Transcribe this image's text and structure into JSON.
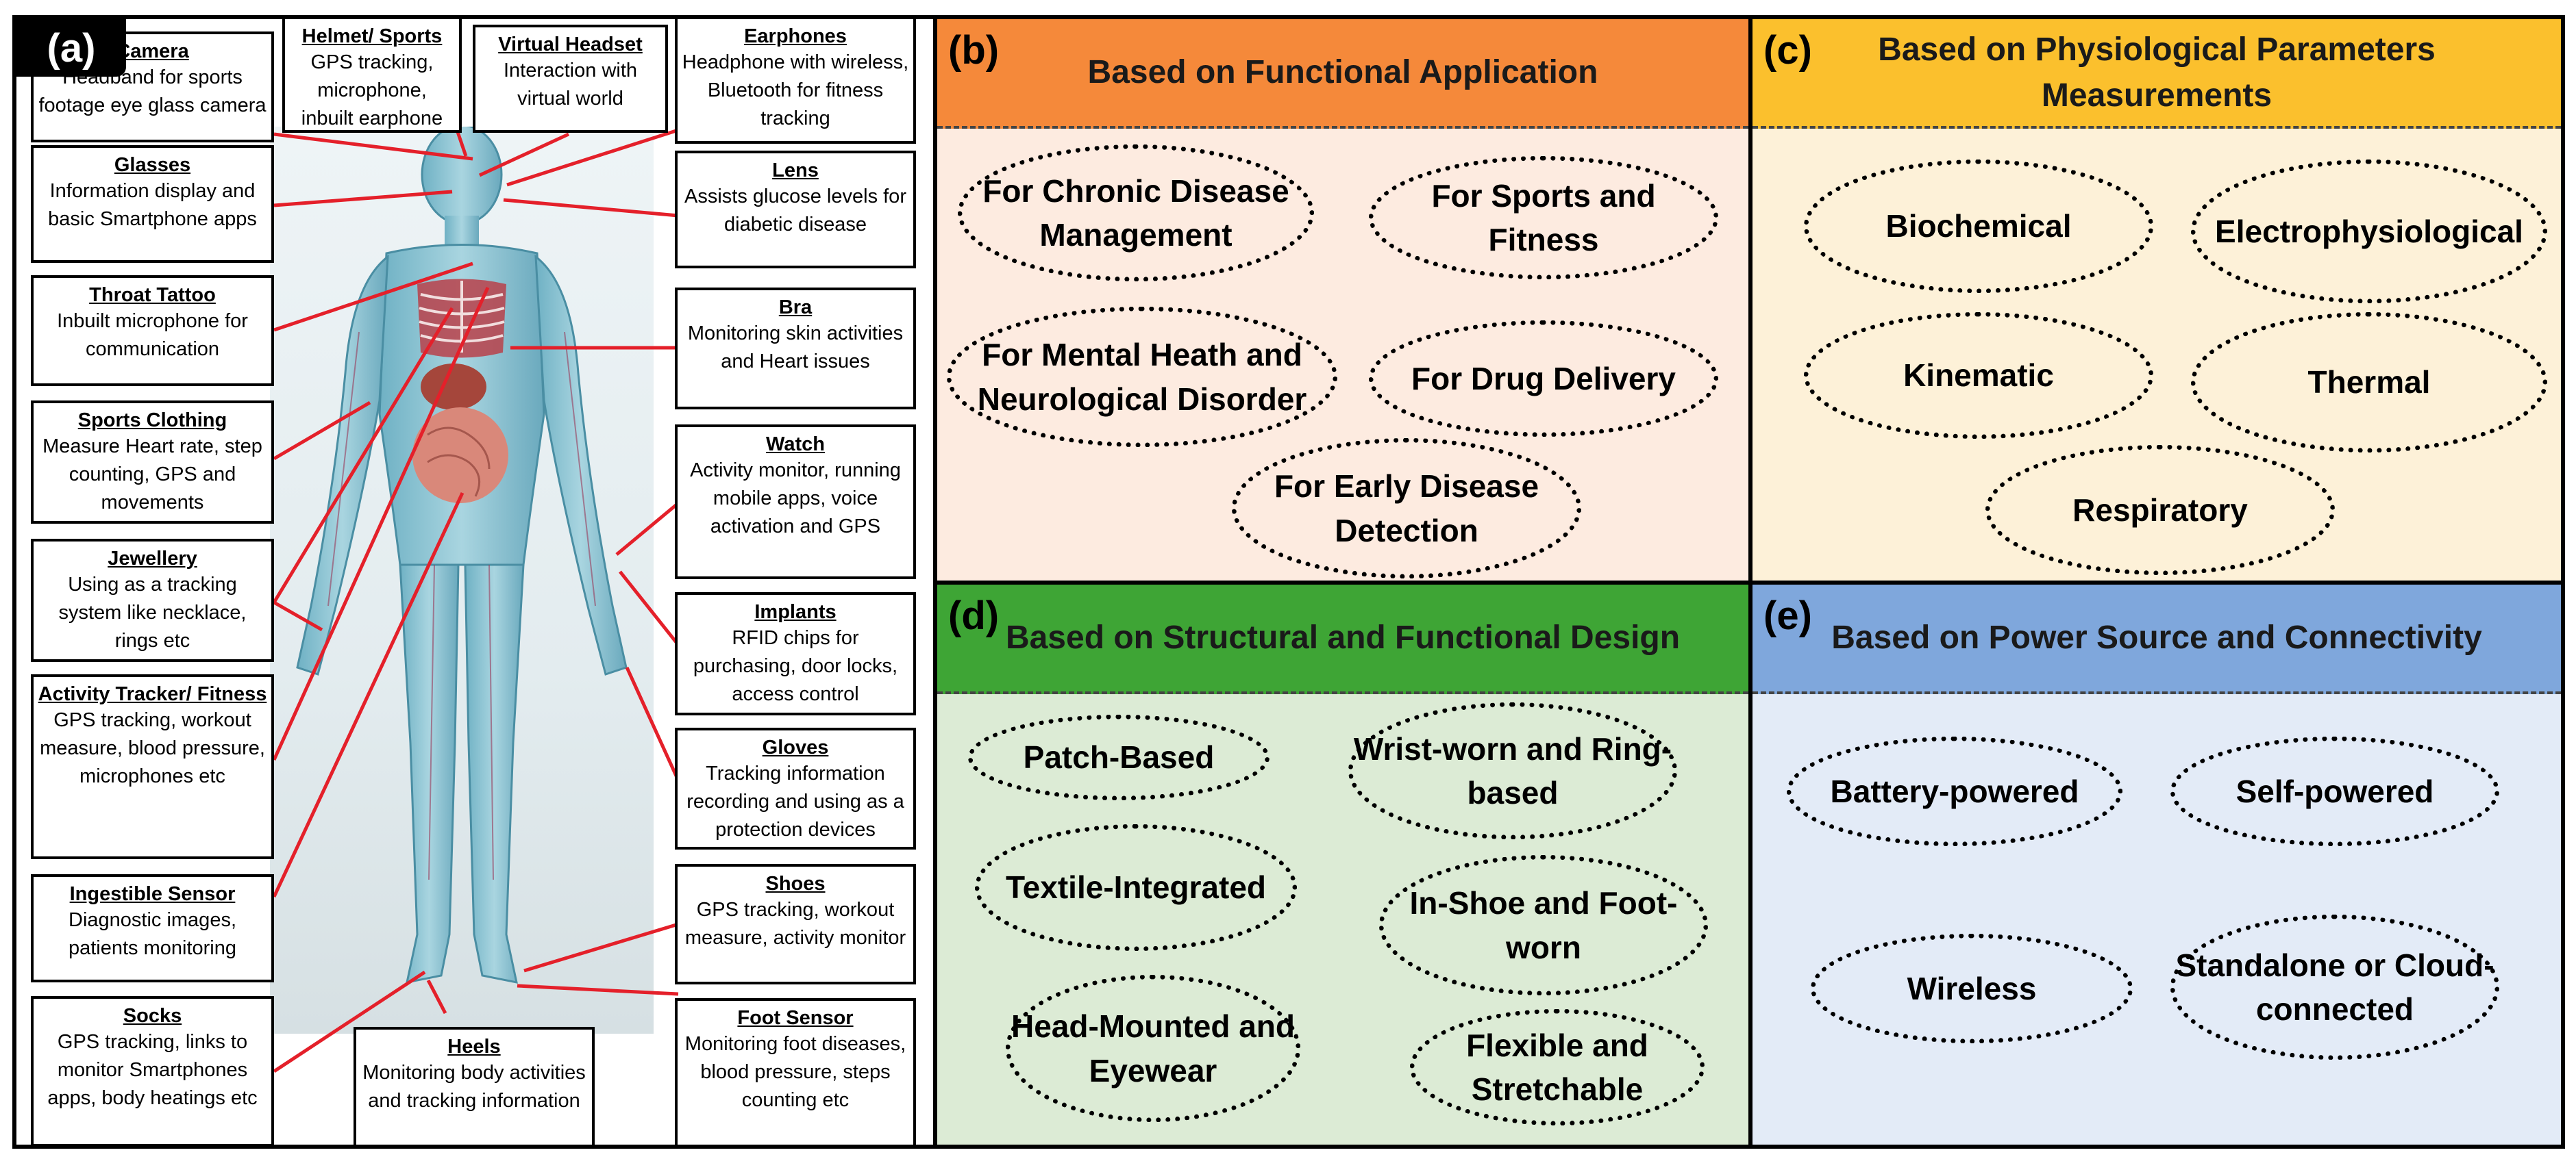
{
  "panel_a": {
    "tag": "(a)",
    "boxes": [
      {
        "title": "Camera",
        "desc": "Headband for sports footage eye glass camera"
      },
      {
        "title": "Helmet/ Sports",
        "desc": "GPS tracking, microphone, inbuilt earphone"
      },
      {
        "title": "Virtual Headset",
        "desc": "Interaction with virtual world"
      },
      {
        "title": "Earphones",
        "desc": "Headphone with wireless, Bluetooth for fitness tracking"
      },
      {
        "title": "Glasses",
        "desc": "Information display and basic Smartphone apps"
      },
      {
        "title": "Lens",
        "desc": "Assists glucose levels for diabetic disease"
      },
      {
        "title": "Throat Tattoo",
        "desc": "Inbuilt microphone for communication"
      },
      {
        "title": "Bra",
        "desc": "Monitoring skin activities and Heart issues"
      },
      {
        "title": "Sports Clothing",
        "desc": "Measure Heart rate, step counting, GPS and movements"
      },
      {
        "title": "Watch",
        "desc": "Activity monitor, running mobile apps, voice activation and GPS"
      },
      {
        "title": "Jewellery",
        "desc": "Using as a tracking system like necklace, rings etc"
      },
      {
        "title": "Implants",
        "desc": "RFID chips for purchasing, door locks, access control"
      },
      {
        "title": "Activity Tracker/ Fitness",
        "desc": "GPS tracking, workout measure, blood pressure, microphones etc"
      },
      {
        "title": "Gloves",
        "desc": "Tracking information recording and using as a protection devices"
      },
      {
        "title": "Ingestible Sensor",
        "desc": "Diagnostic images, patients monitoring"
      },
      {
        "title": "Shoes",
        "desc": "GPS tracking, workout measure, activity monitor"
      },
      {
        "title": "Socks",
        "desc": "GPS tracking, links to monitor Smartphones apps, body heatings etc"
      },
      {
        "title": "Heels",
        "desc": "Monitoring body activities and tracking information"
      },
      {
        "title": "Foot Sensor",
        "desc": "Monitoring foot diseases, blood pressure, steps counting etc"
      }
    ]
  },
  "panel_b": {
    "tag": "(b)",
    "title": "Based on Functional Application",
    "header_color": "#f5893a",
    "body_color": "#fdebe0",
    "items": [
      "For Chronic Disease Management",
      "For Sports and Fitness",
      "For Mental Heath and Neurological Disorder",
      "For Drug Delivery",
      "For Early Disease Detection"
    ]
  },
  "panel_c": {
    "tag": "(c)",
    "title": "Based on Physiological Parameters Measurements",
    "header_color": "#fbc02d",
    "body_color": "#fdf1d8",
    "items": [
      "Biochemical",
      "Electrophysiological",
      "Kinematic",
      "Thermal",
      "Respiratory"
    ]
  },
  "panel_d": {
    "tag": "(d)",
    "title": "Based on Structural and Functional Design",
    "header_color": "#3ea535",
    "body_color": "#dcebd5",
    "items": [
      "Patch-Based",
      "Wrist-worn and Ring-based",
      "Textile-Integrated",
      "In-Shoe and Foot-worn",
      "Head-Mounted and Eyewear",
      "Flexible and Stretchable"
    ]
  },
  "panel_e": {
    "tag": "(e)",
    "title": "Based on Power Source and Connectivity",
    "header_color": "#7fa7dc",
    "body_color": "#e3ebf7",
    "items": [
      "Battery-powered",
      "Self-powered",
      "Wireless",
      "Standalone or Cloud-connected"
    ]
  }
}
